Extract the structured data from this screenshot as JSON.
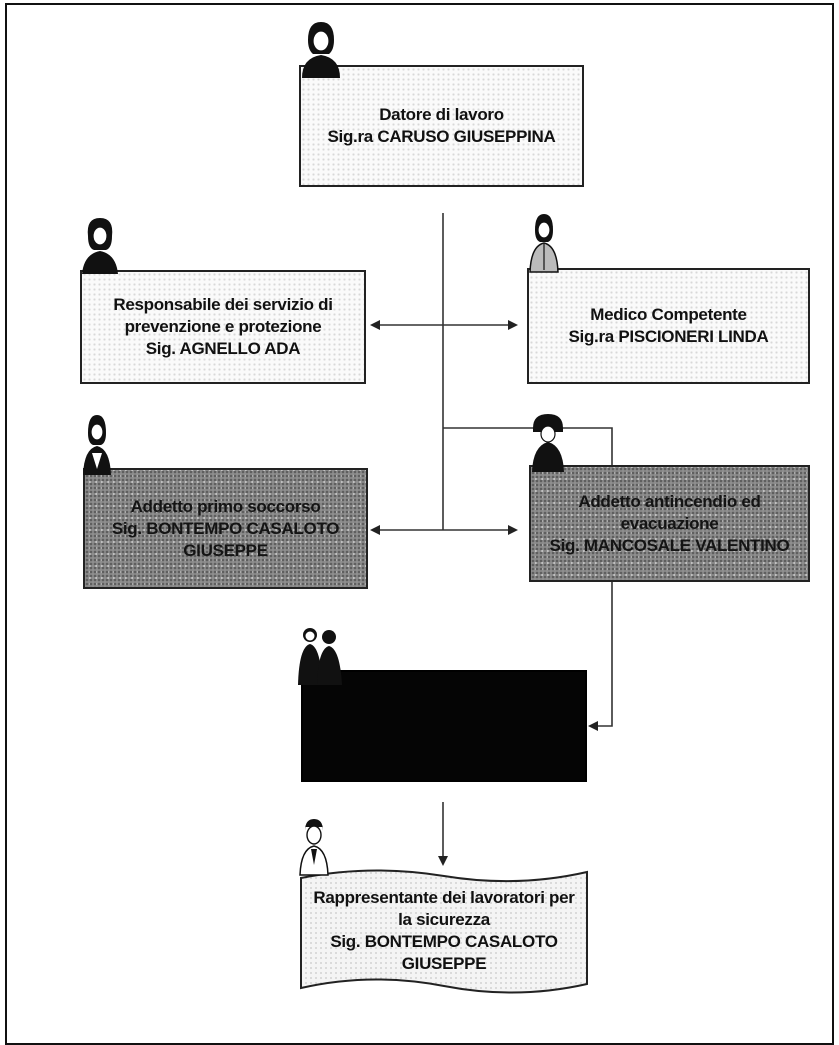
{
  "chart": {
    "nodes": {
      "datore": {
        "title": "Datore di lavoro",
        "name": "Sig.ra CARUSO  GIUSEPPINA"
      },
      "rspp": {
        "line1": "Responsabile dei servizio di",
        "line2": "prevenzione e protezione",
        "name": "Sig. AGNELLO ADA"
      },
      "medico": {
        "title": "Medico Competente",
        "name": "Sig.ra PISCIONERI LINDA"
      },
      "primo_soccorso": {
        "title": "Addetto primo soccorso",
        "name_line1": "Sig. BONTEMPO CASALOTO",
        "name_line2": "GIUSEPPE"
      },
      "antincendio": {
        "line1": "Addetto antincendio ed",
        "line2": "evacuazione",
        "name": "Sig. MANCOSALE VALENTINO"
      },
      "rls": {
        "line1": "Rappresentante dei lavoratori per",
        "line2": "la sicurezza",
        "name_line1": "Sig. BONTEMPO CASALOTO",
        "name_line2": "GIUSEPPE"
      }
    }
  }
}
